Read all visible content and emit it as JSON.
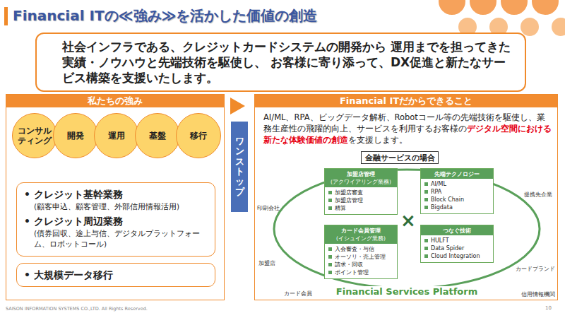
{
  "diagram": {
    "title": "Financial ITの≪強み≫を活かした価値の創造",
    "nodes": [
      {
        "text": [
          "社会インフラである、クレジットカードシステムの開発から 運用までを担ってきた実績・ノウハウと先端技術を駆使し、 お客様に寄り添って、DX促進と新たなサービス構築を支援いたします。"
        ]
      },
      {
        "text": [
          "私たちの強み"
        ]
      },
      {
        "text": [
          "コンサルティング"
        ],
        "in": 1
      },
      {
        "text": [
          "開発"
        ],
        "in": 1
      },
      {
        "text": [
          "運用"
        ],
        "in": 1
      },
      {
        "text": [
          "基盤"
        ],
        "in": 1
      },
      {
        "text": [
          "移行"
        ],
        "in": 1
      },
      {
        "text": [
          "• クレジット基幹業務",
          "(顧客申込、顧客管理、外部信用情報活用)",
          "• クレジット周辺業務",
          "(債券回収、途上与信、デジタルプラットフォーム、ロボットコール)"
        ],
        "in": 1
      },
      {
        "text": [
          "• 大規模データ移行"
        ],
        "in": 1
      },
      {
        "text": [
          "ワンストップ"
        ]
      },
      {
        "text": [
          "Financial ITだからできること",
          "AI/ML、RPA、ビッグデータ解析、Robotコール等の先端技術を駆使し、業務生産性の飛躍的向上、サービスを利用するお客様の",
          "デジタル空間における新たな体験価値の創造",
          "を支援します。"
        ]
      },
      {
        "text": [
          "金融サービスの場合"
        ],
        "in": 10
      },
      {
        "text": [
          "Financial Services Platform"
        ],
        "in": 10
      },
      {
        "text": [
          "加盟店管理",
          "(アクワイアリング業務)",
          "加盟店審査",
          "加盟店管理",
          "精算"
        ],
        "in": 12
      },
      {
        "text": [
          "先端テクノロジー",
          "AI/ML",
          "RPA",
          "Block Chain",
          "Bigdata"
        ],
        "in": 12
      },
      {
        "text": [
          "カード会員管理",
          "(イシュイング業務)",
          "入会審査・与信",
          "オーソリ・売上管理",
          "請求・回収",
          "ポイント管理"
        ],
        "in": 12
      },
      {
        "text": [
          "つなぐ技術",
          "HULFT",
          "Data Spider",
          "Cloud Integration"
        ],
        "in": 12
      }
    ],
    "edges": [
      {
        "from": 3,
        "to": 7,
        "arrow": "none"
      },
      {
        "from": 6,
        "to": 7,
        "arrow": "none"
      }
    ],
    "labels": [
      "×",
      "印刷会社",
      "加盟店",
      "カード会員",
      "提携先企業",
      "カードブランド",
      "信用情報機関",
      "SAISON INFORMATION SYSTEMS CO.,LTD. All Rights Reserved.",
      "10"
    ]
  }
}
